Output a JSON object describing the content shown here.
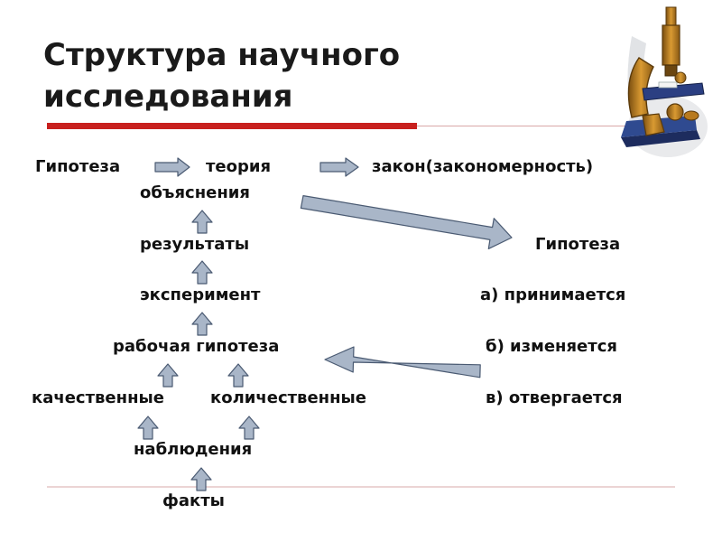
{
  "title": {
    "line1": "Структура научного",
    "line2": "исследования"
  },
  "chain": {
    "hypothesis": "Гипотеза",
    "theory": "теория",
    "law": "закон(закономерность)"
  },
  "left_column": {
    "explanations": "объяснения",
    "results": "результаты",
    "experiment": "эксперимент",
    "working_hypothesis": "рабочая гипотеза",
    "qualitative": "качественные",
    "quantitative": "количественные",
    "observations": "наблюдения",
    "facts": "факты"
  },
  "right_column": {
    "hypothesis": "Гипотеза",
    "accepted": "а) принимается",
    "changed": "б) изменяется",
    "rejected": "в) отвергается"
  },
  "colors": {
    "title_rule": "#c8201e",
    "arrow_fill": "#a9b6c8",
    "arrow_stroke": "#4a5a72",
    "divider": "#d9a8a8",
    "microscope_body": "#b87a1e",
    "microscope_stage": "#2b3f82"
  },
  "icons": [
    "microscope-icon"
  ]
}
